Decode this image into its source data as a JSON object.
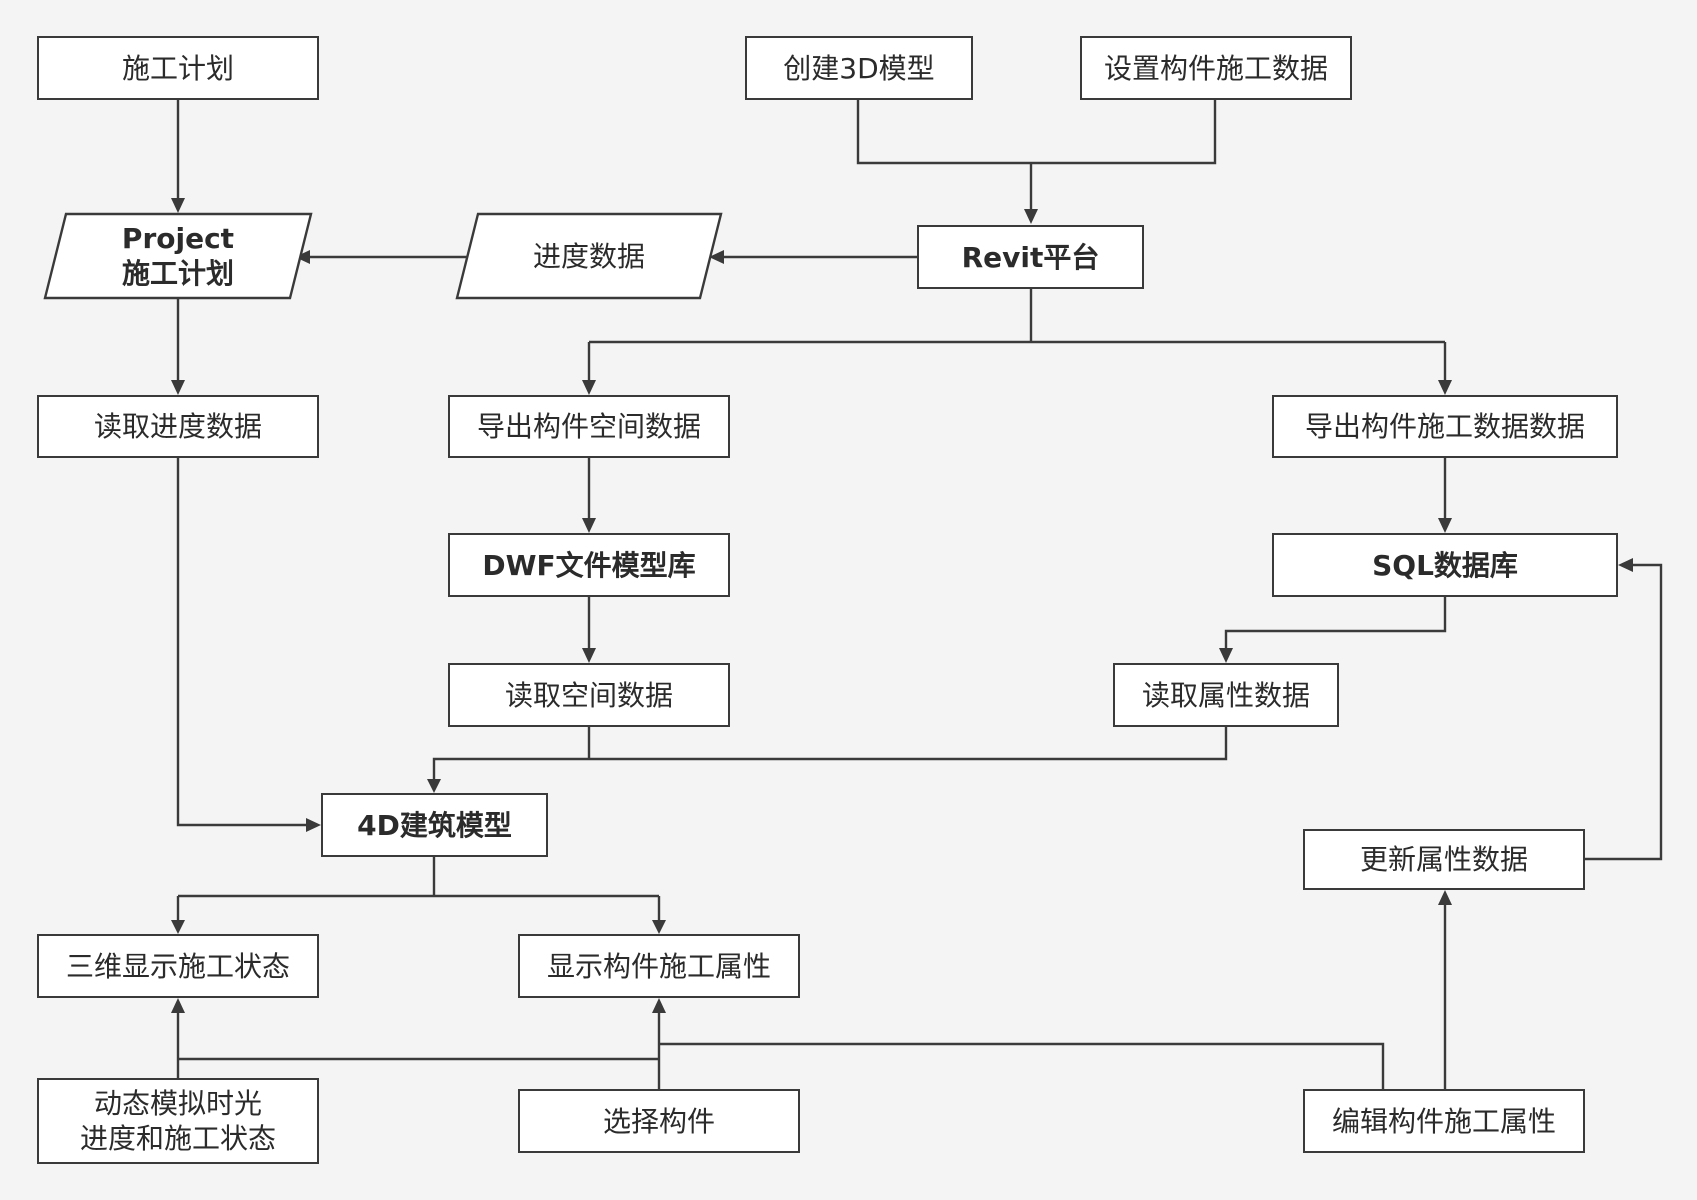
{
  "nodes": {
    "construction_plan": "施工计划",
    "create_3d_model": "创建3D模型",
    "set_component_data": "设置构件施工数据",
    "project_plan_line1": "Project",
    "project_plan_line2": "施工计划",
    "progress_data": "进度数据",
    "revit_platform": "Revit平台",
    "read_progress_data": "读取进度数据",
    "export_spatial_data": "导出构件空间数据",
    "export_construction_data": "导出构件施工数据数据",
    "dwf_model_library": "DWF文件模型库",
    "sql_database": "SQL数据库",
    "read_spatial_data": "读取空间数据",
    "read_attribute_data": "读取属性数据",
    "building_model_4d": "4D建筑模型",
    "update_attribute_data": "更新属性数据",
    "show_3d_status": "三维显示施工状态",
    "show_component_attributes": "显示构件施工属性",
    "dynamic_sim_line1": "动态模拟时光",
    "dynamic_sim_line2": "进度和施工状态",
    "select_component": "选择构件",
    "edit_component_attributes": "编辑构件施工属性"
  }
}
